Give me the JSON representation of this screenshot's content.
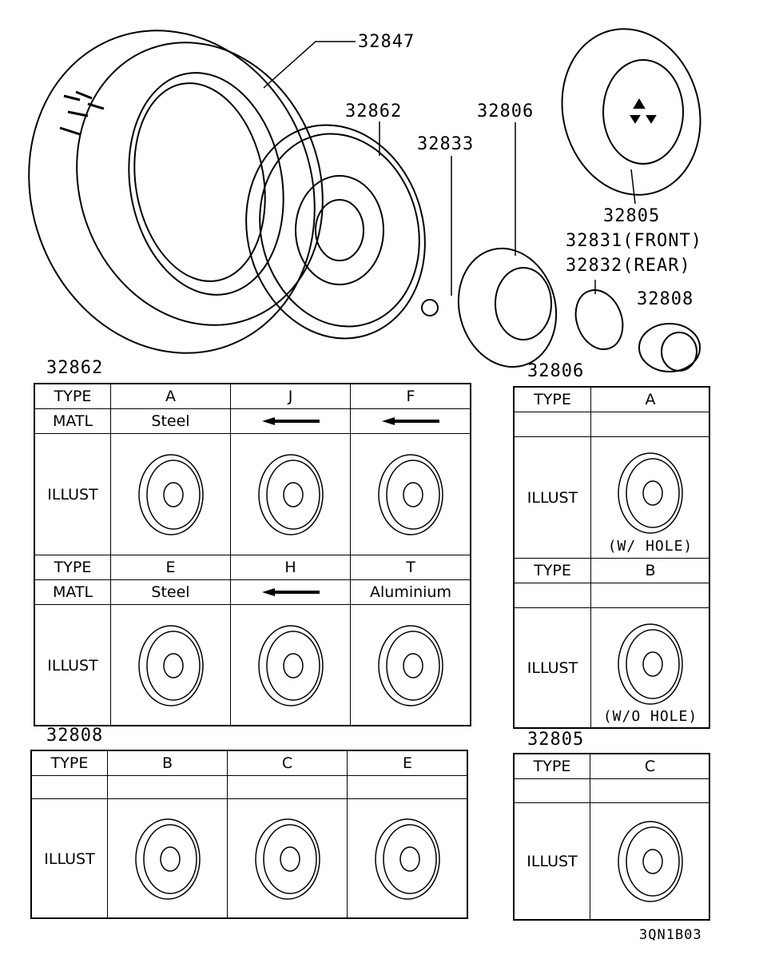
{
  "callouts": {
    "tire": "32847",
    "wheel": "32862",
    "nut": "32833",
    "center_cap": "32806",
    "wheel_cover": "32805",
    "ornament_front": "32831(FRONT)",
    "ornament_rear": "32832(REAR)",
    "hub_cap": "32808"
  },
  "diagram_code": "3QN1B03",
  "tables": [
    {
      "title": "32862",
      "rows": [
        [
          "TYPE",
          "A",
          "J",
          "F"
        ],
        [
          "MATL",
          "Steel",
          "←",
          "←"
        ],
        [
          "ILLUST",
          "",
          "",
          ""
        ],
        [
          "TYPE",
          "E",
          "H",
          "T"
        ],
        [
          "MATL",
          "Steel",
          "←",
          "Aluminium"
        ],
        [
          "ILLUST",
          "",
          "",
          ""
        ]
      ],
      "notes": []
    },
    {
      "title": "32806",
      "rows": [
        [
          "TYPE",
          "A"
        ],
        [
          "",
          ""
        ],
        [
          "ILLUST",
          ""
        ],
        [
          "TYPE",
          "B"
        ],
        [
          "",
          ""
        ],
        [
          "ILLUST",
          ""
        ]
      ],
      "notes": [
        "(W/ HOLE)",
        "(W/O HOLE)"
      ]
    },
    {
      "title": "32808",
      "rows": [
        [
          "TYPE",
          "B",
          "C",
          "E"
        ],
        [
          "",
          "",
          "",
          ""
        ],
        [
          "ILLUST",
          "",
          "",
          ""
        ]
      ],
      "notes": []
    },
    {
      "title": "32805",
      "rows": [
        [
          "TYPE",
          "C"
        ],
        [
          "",
          ""
        ],
        [
          "ILLUST",
          ""
        ]
      ],
      "notes": []
    }
  ]
}
